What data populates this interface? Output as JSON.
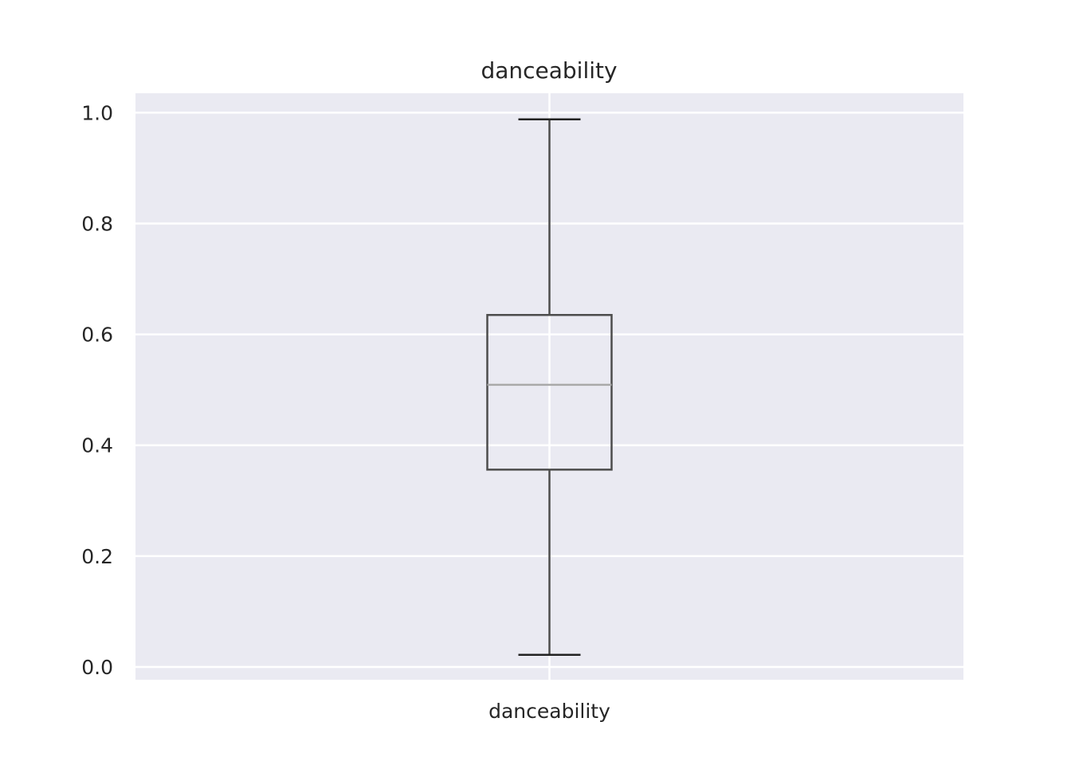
{
  "chart_data": {
    "type": "box",
    "title": "danceability",
    "xlabel": "",
    "ylabel": "",
    "categories": [
      "danceability"
    ],
    "boxes": [
      {
        "category": "danceability",
        "whisker_low": 0.022,
        "q1": 0.356,
        "median": 0.509,
        "q3": 0.635,
        "whisker_high": 0.988
      }
    ],
    "ylim": [
      -0.023,
      1.035
    ],
    "yticks": [
      0.0,
      0.2,
      0.4,
      0.6,
      0.8,
      1.0
    ],
    "ytick_labels": [
      "0.0",
      "0.2",
      "0.4",
      "0.6",
      "0.8",
      "1.0"
    ],
    "grid": true,
    "colors": {
      "plot_background": "#eaeaf2",
      "grid": "#ffffff",
      "box": "#4c4c4c",
      "median": "#a9a9a9",
      "text": "#262626"
    }
  }
}
